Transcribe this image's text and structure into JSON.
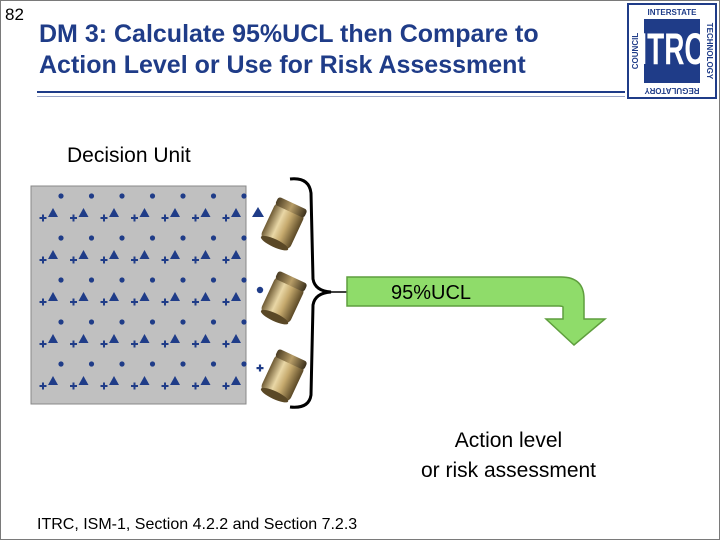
{
  "slide": {
    "page_number": "82",
    "title_line1": "DM 3: Calculate 95%UCL then Compare to",
    "title_line2": "Action Level or Use for Risk Assessment",
    "decision_unit_label": "Decision Unit",
    "ucl_label": "95%UCL",
    "action_line1": "Action level",
    "action_line2": "or risk assessment",
    "source": "ITRC, ISM-1, Section 4.2.2 and Section 7.2.3"
  },
  "logo": {
    "center_text": "ITRC",
    "top_text": "INTERSTATE",
    "left_text": "COUNCIL",
    "right_text": "TECHNOLOGY",
    "bottom_text": "REGULATORY"
  },
  "colors": {
    "title": "#1f3c88",
    "decision_unit_fill": "#c0c0c0",
    "sample_marker": "#1f3c88",
    "arrow_fill": "#8fdc6a",
    "arrow_stroke": "#5f9e3e"
  }
}
